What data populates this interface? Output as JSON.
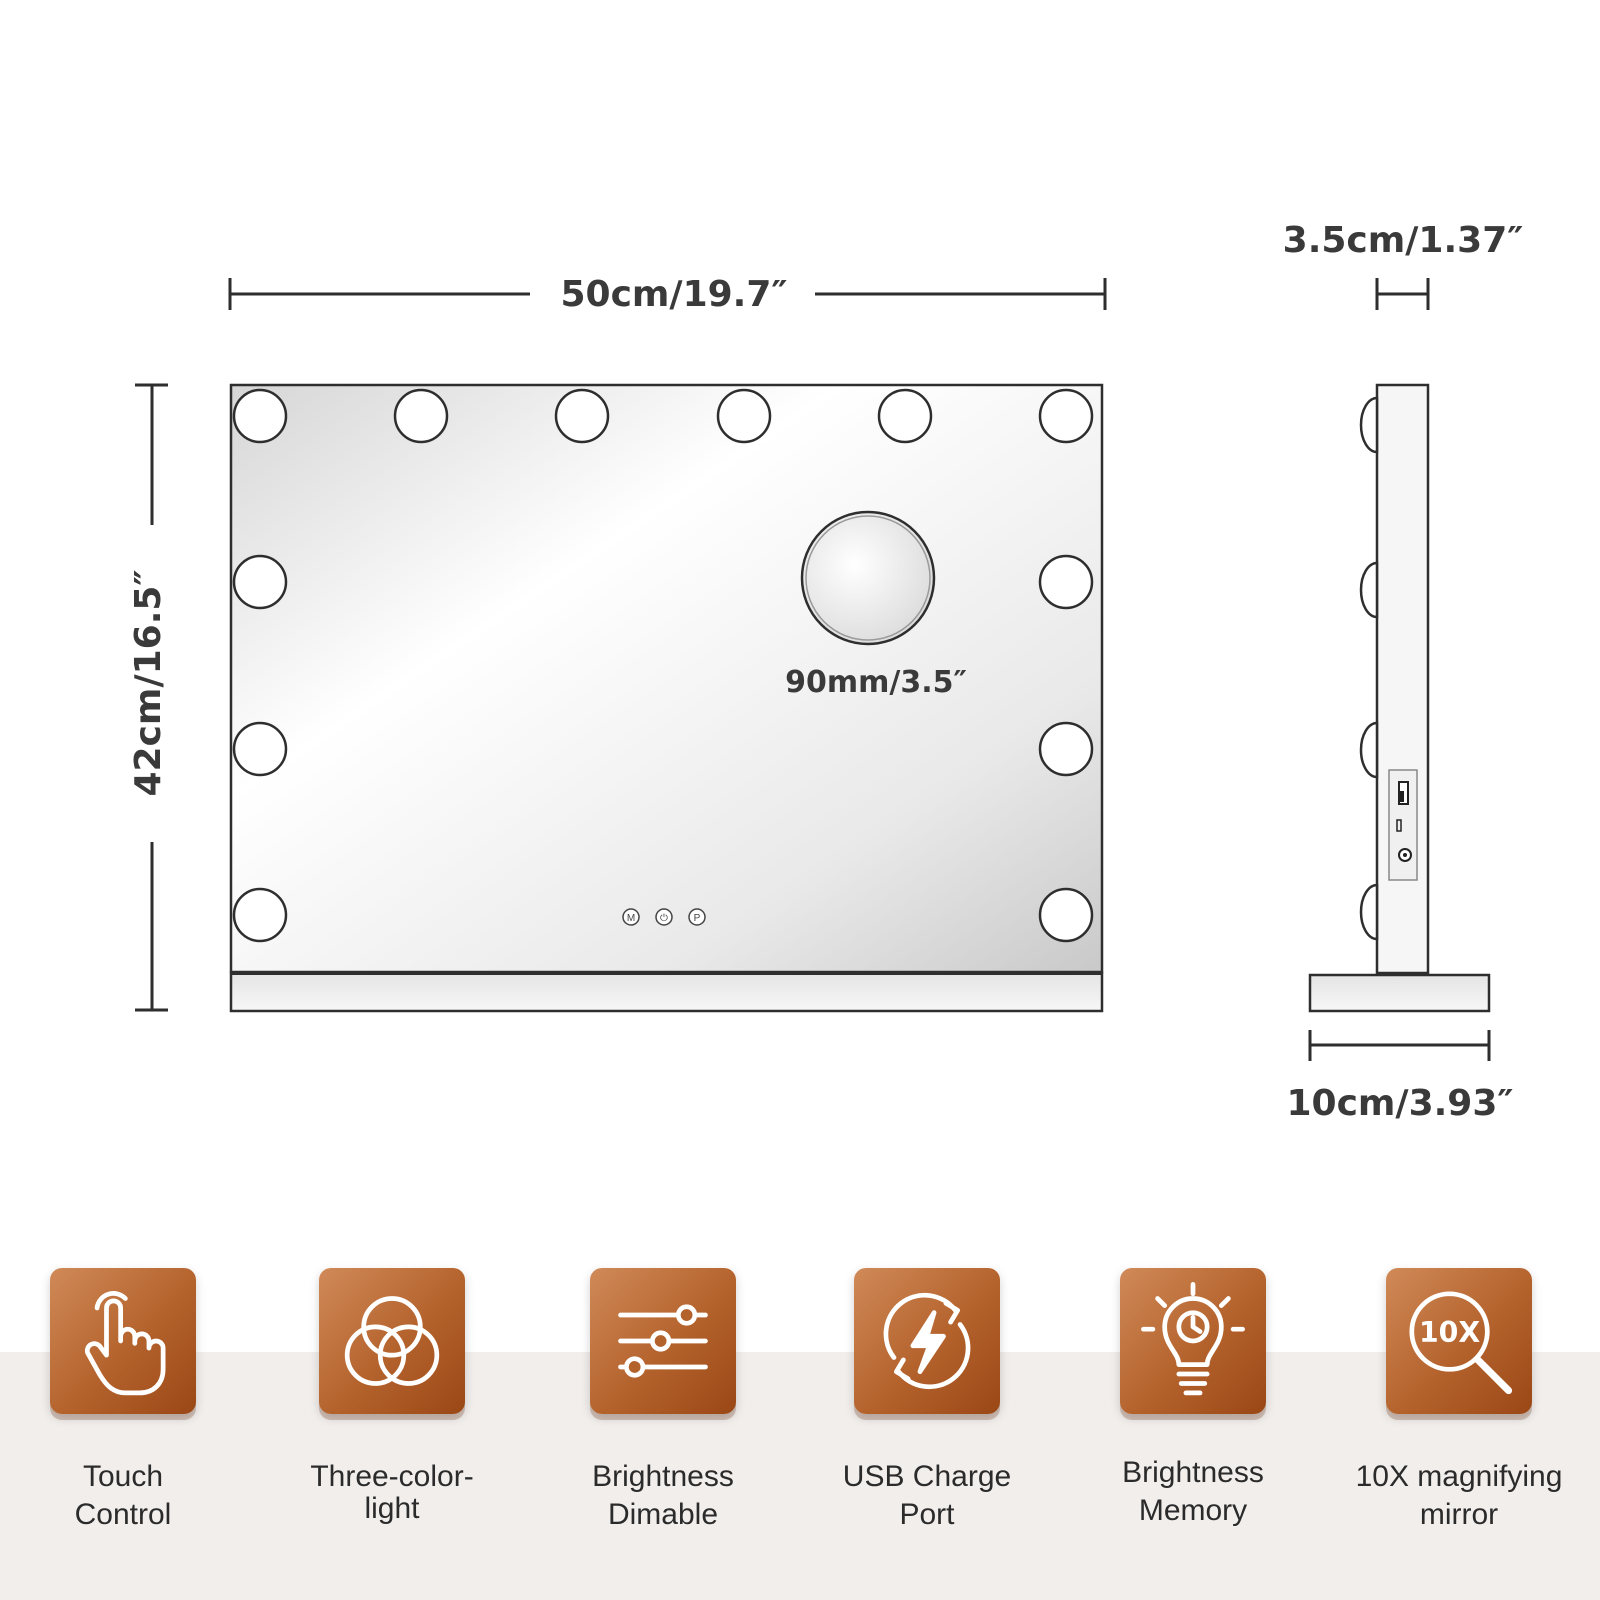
{
  "dimensions": {
    "width": "50cm/19.7″",
    "height": "42cm/16.5″",
    "depth": "3.5cm/1.37″",
    "base_depth": "10cm/3.93″",
    "magnifier": "90mm/3.5″"
  },
  "touch_buttons": [
    "M",
    "⏻",
    "P"
  ],
  "features": [
    {
      "icon": "touch-hand-icon",
      "line1": "Touch",
      "line2": "Control"
    },
    {
      "icon": "three-circles-icon",
      "line1": "Three-color-",
      "line2": "light"
    },
    {
      "icon": "sliders-icon",
      "line1": "Brightness",
      "line2": "Dimable"
    },
    {
      "icon": "charge-bolt-icon",
      "line1": "USB Charge",
      "line2": "Port"
    },
    {
      "icon": "bulb-clock-icon",
      "line1": "Brightness",
      "line2": "Memory"
    },
    {
      "icon": "magnifier-10x-icon",
      "line1": "10X magnifying",
      "line2": "mirror",
      "badge": "10X"
    }
  ],
  "colors": {
    "tile": "#b4622c",
    "outline": "#2e2e2e",
    "text": "#3a3a3a"
  }
}
